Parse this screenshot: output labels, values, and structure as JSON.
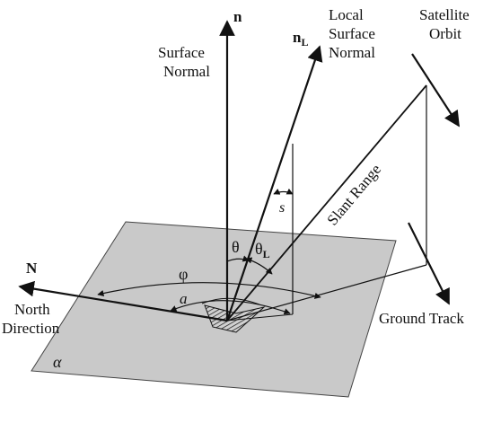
{
  "labels": {
    "n_symbol": "n",
    "surface_normal_line1": "Surface",
    "surface_normal_line2": "Normal",
    "nl_symbol": "n",
    "nl_subscript": "L",
    "local_normal_line1": "Local",
    "local_normal_line2": "Surface",
    "local_normal_line3": "Normal",
    "satellite_line1": "Satellite",
    "satellite_line2": "Orbit",
    "slant_range": "Slant Range",
    "s_symbol": "s",
    "theta": "θ",
    "theta_l": "θ",
    "theta_l_subscript": "L",
    "phi": "φ",
    "a_symbol": "a",
    "north_symbol": "N",
    "north_line1": "North",
    "north_line2": "Direction",
    "ground_track": "Ground Track",
    "alpha": "α"
  },
  "colors": {
    "plane_fill": "#c9c9c9",
    "line": "#111111",
    "background": "#ffffff"
  }
}
